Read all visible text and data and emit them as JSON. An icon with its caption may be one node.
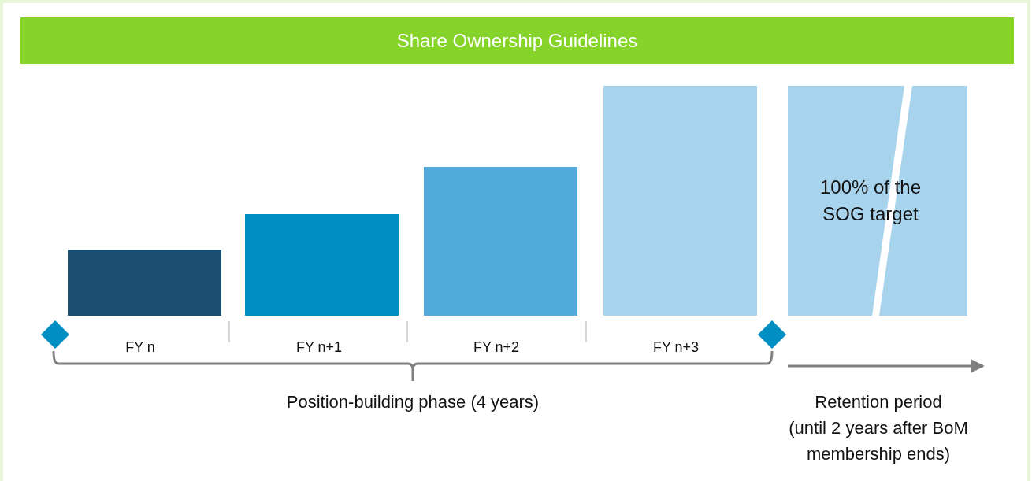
{
  "diagram": {
    "title": "Share Ownership Guidelines",
    "nodes": [
      {
        "text": [],
        "shape": "bar"
      },
      {
        "text": [],
        "shape": "bar"
      },
      {
        "text": [],
        "shape": "bar"
      },
      {
        "text": [],
        "shape": "bar"
      },
      {
        "text": [
          "100% of the SOG target"
        ]
      },
      {
        "text": [],
        "shape": "diamond"
      },
      {
        "text": [],
        "shape": "diamond"
      }
    ],
    "labels": [
      "FY n",
      "FY n+1",
      "FY n+2",
      "FY n+3",
      "Position-building phase (4 years)",
      "Retention period",
      "(until 2 years after BoM membership ends)"
    ]
  }
}
